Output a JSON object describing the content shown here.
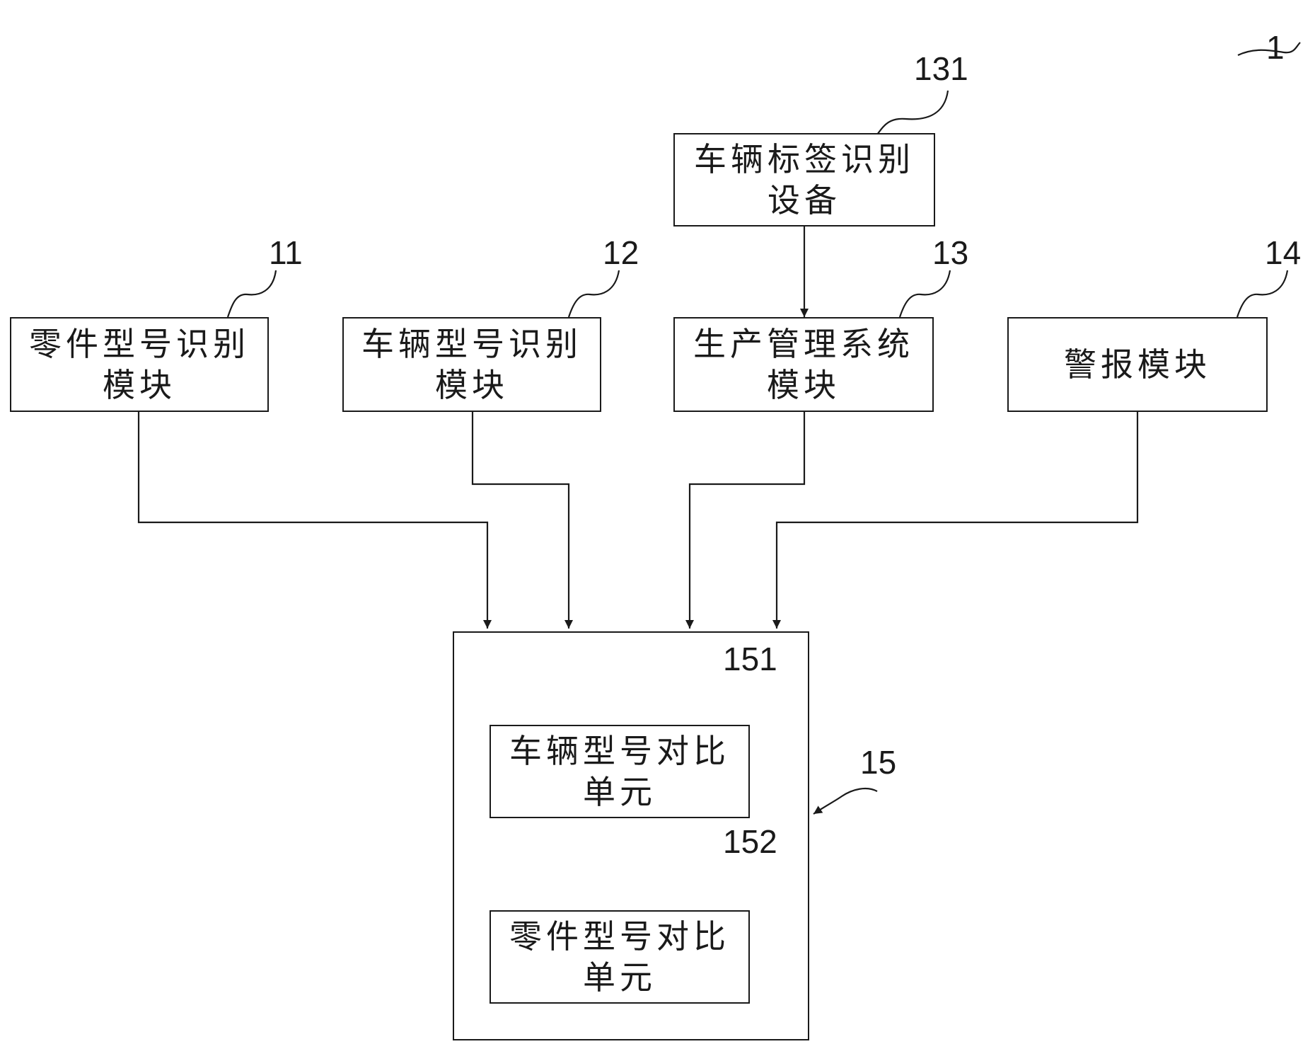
{
  "diagram_label": "1",
  "blocks": {
    "vehicle_tag": {
      "ref": "131",
      "lines": [
        "车辆标签识别",
        "设备"
      ]
    },
    "part_model": {
      "ref": "11",
      "lines": [
        "零件型号识别",
        "模块"
      ]
    },
    "vehicle_model": {
      "ref": "12",
      "lines": [
        "车辆型号识别",
        "模块"
      ]
    },
    "production_mgmt": {
      "ref": "13",
      "lines": [
        "生产管理系统",
        "模块"
      ]
    },
    "alarm": {
      "ref": "14",
      "lines": [
        "警报模块"
      ]
    },
    "compare_module": {
      "ref": "15"
    },
    "vehicle_compare": {
      "ref": "151",
      "lines": [
        "车辆型号对比",
        "单元"
      ]
    },
    "part_compare": {
      "ref": "152",
      "lines": [
        "零件型号对比",
        "单元"
      ]
    }
  },
  "colors": {
    "ink": "#1a1a1a",
    "background": "#ffffff"
  }
}
